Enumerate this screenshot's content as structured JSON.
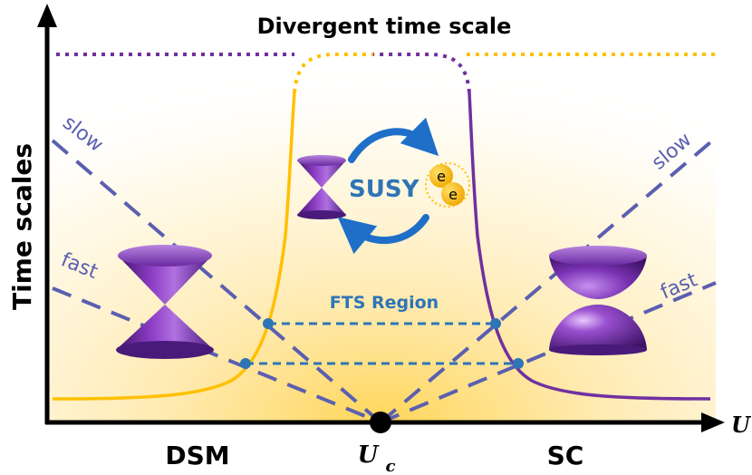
{
  "title": "Divergent time scale",
  "y_axis_label": "Time scales",
  "x_axis_label": "U",
  "critical_point_label": "U",
  "critical_point_subscript": "c",
  "phase_left": "DSM",
  "phase_right": "SC",
  "line_label_slow_left": "slow",
  "line_label_fast_left": "fast",
  "line_label_slow_right": "slow",
  "line_label_fast_right": "fast",
  "region_label": "FTS Region",
  "susy_label": "SUSY",
  "electron_label_1": "e",
  "electron_label_2": "e",
  "colors": {
    "dsm_curve": "#ffc000",
    "sc_curve": "#7030a0",
    "time_scale_lines": "#5b5fb0",
    "fts_lines": "#2e75b6",
    "susy_text": "#2e75b6",
    "cone_purple": "#7a2fb0",
    "background_glow": "#ffd966"
  }
}
